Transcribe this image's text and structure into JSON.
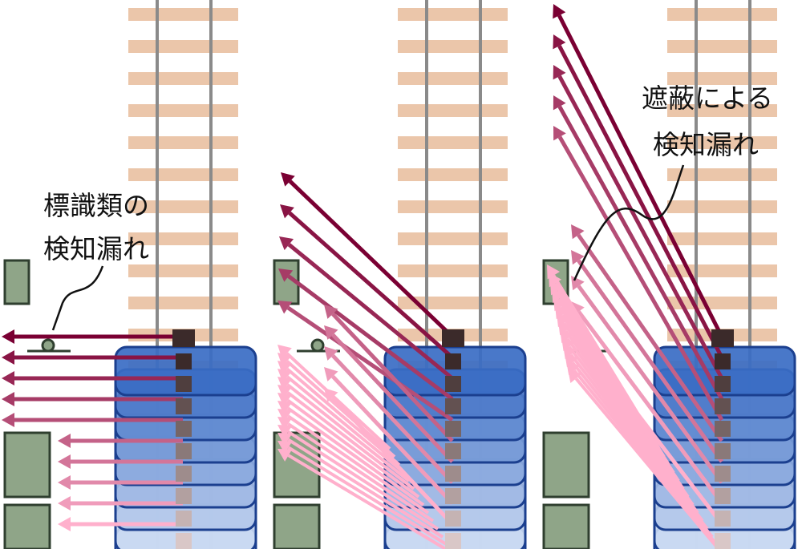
{
  "labels": {
    "sign_miss_line1": "標識類の",
    "sign_miss_line2": "検知漏れ",
    "occlusion_miss_line1": "遮蔽による",
    "occlusion_miss_line2": "検知漏れ"
  },
  "colors": {
    "background": "#ffffff",
    "sleeper": "#ebc6aa",
    "rail": "#8a8a8a",
    "sign_fill": "#8fa588",
    "sign_stroke": "#2f3f2f",
    "beam_near": "#7a0033",
    "beam_far": "#ffb0cc",
    "train_top": "#3a6cc4",
    "train_bottom": "#dbe6f7",
    "train_stroke": "#1b3f8f",
    "sensor": "#3b2a2a",
    "text": "#111111"
  },
  "icons": [
    "lidar-sensor-icon",
    "track-signal-icon",
    "trackside-sign-icon"
  ]
}
